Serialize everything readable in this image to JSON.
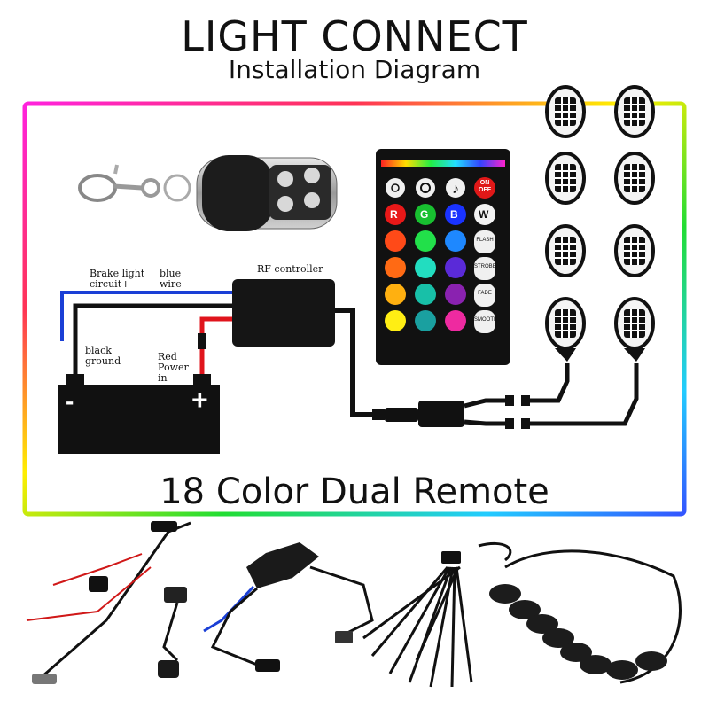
{
  "title": "LIGHT CONNECT",
  "subtitle": "Installation Diagram",
  "footer": "18 Color Dual Remote",
  "labels": {
    "brake": "Brake light circuit+",
    "blue": "blue wire",
    "rf": "RF controller",
    "black": "black ground",
    "red": "Red Power in"
  },
  "battery": {
    "minus": "-",
    "plus": "+"
  },
  "remote": {
    "on_off": "ON OFF",
    "r": "R",
    "g": "G",
    "b": "B",
    "w": "W",
    "flash": "FLASH",
    "strobe": "STROBE",
    "fade": "FADE",
    "smooth": "SMOOTH"
  },
  "colors": {
    "red_wire": "#e0141c",
    "blue_wire": "#1a3fd6",
    "frame_gradient": [
      "#ff22dd",
      "#ff3333",
      "#ffee00",
      "#22dd33",
      "#22ccff",
      "#3333ff"
    ]
  }
}
